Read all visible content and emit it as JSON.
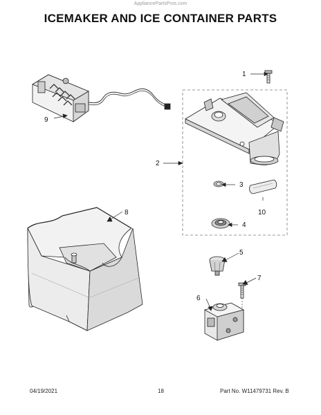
{
  "watermark": "AppliancePartsPros.com",
  "title": "ICEMAKER AND ICE CONTAINER PARTS",
  "callouts": {
    "c1": "1",
    "c2": "2",
    "c3": "3",
    "c4": "4",
    "c5": "5",
    "c6": "6",
    "c7": "7",
    "c8": "8",
    "c9": "9",
    "c10": "10"
  },
  "footer": {
    "date": "04/19/2021",
    "page": "18",
    "part_number": "Part No. W11479731  Rev. B"
  }
}
